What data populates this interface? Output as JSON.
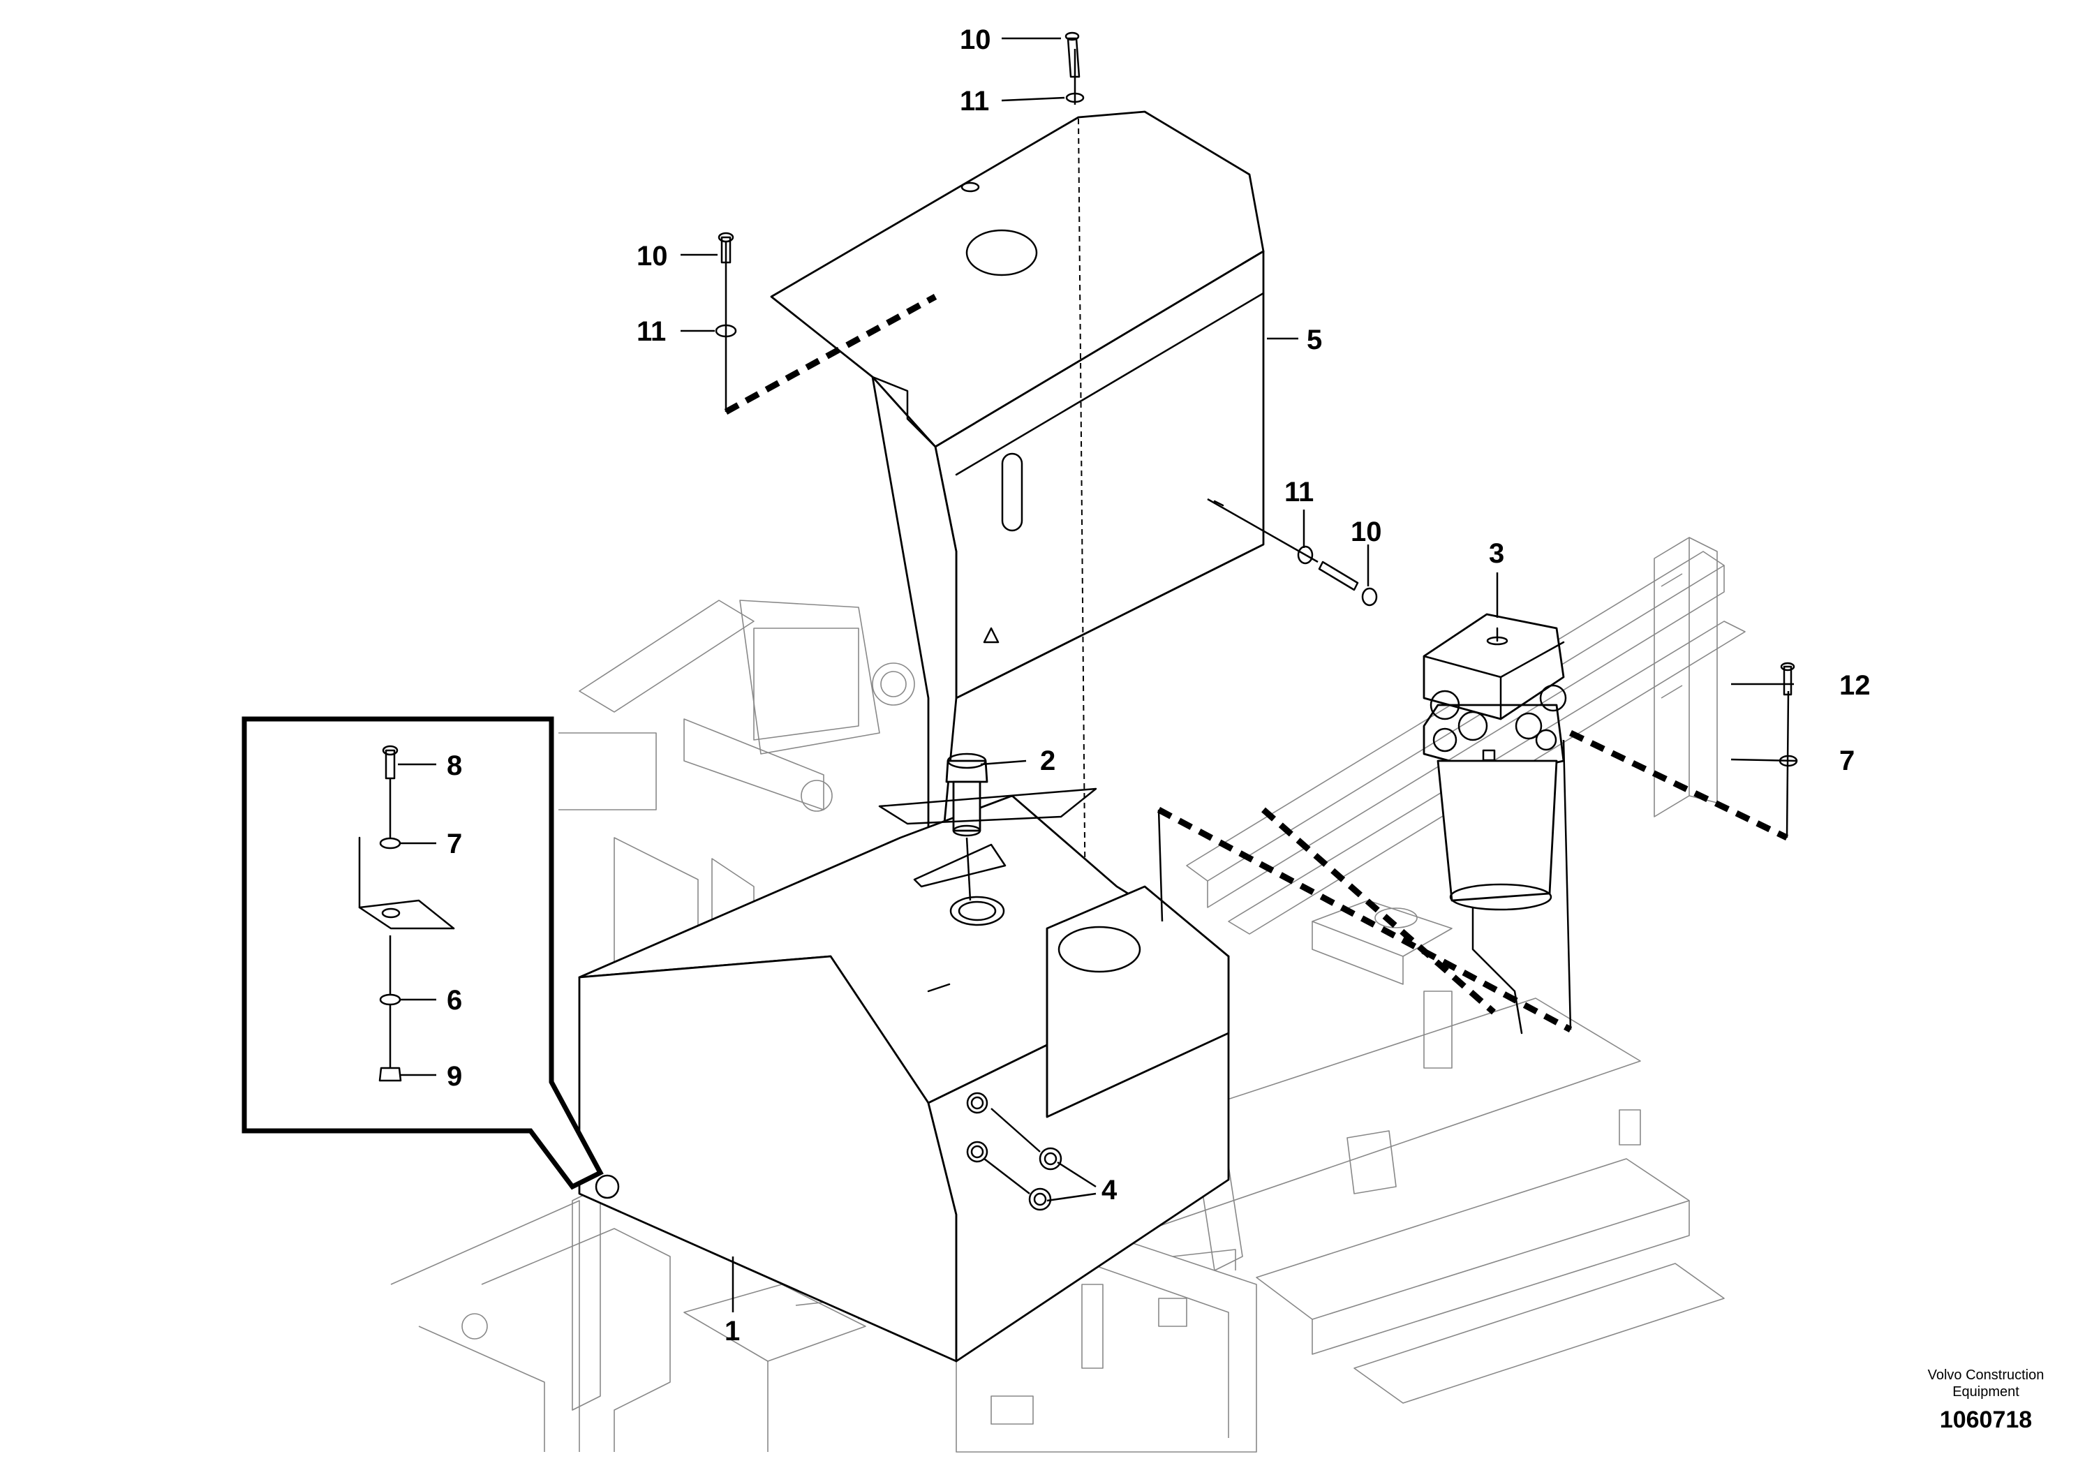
{
  "callouts": {
    "c1": "1",
    "c2": "2",
    "c3": "3",
    "c4": "4",
    "c5": "5",
    "c6": "6",
    "c7a": "7",
    "c7b": "7",
    "c8": "8",
    "c9": "9",
    "c10a": "10",
    "c10b": "10",
    "c10c": "10",
    "c11a": "11",
    "c11b": "11",
    "c11c": "11",
    "c12": "12"
  },
  "footer": {
    "company_line1": "Volvo Construction",
    "company_line2": "Equipment",
    "drawing_number": "1060718"
  },
  "colors": {
    "line": "#000000",
    "background": "#ffffff",
    "frame_lines": "#888888"
  }
}
